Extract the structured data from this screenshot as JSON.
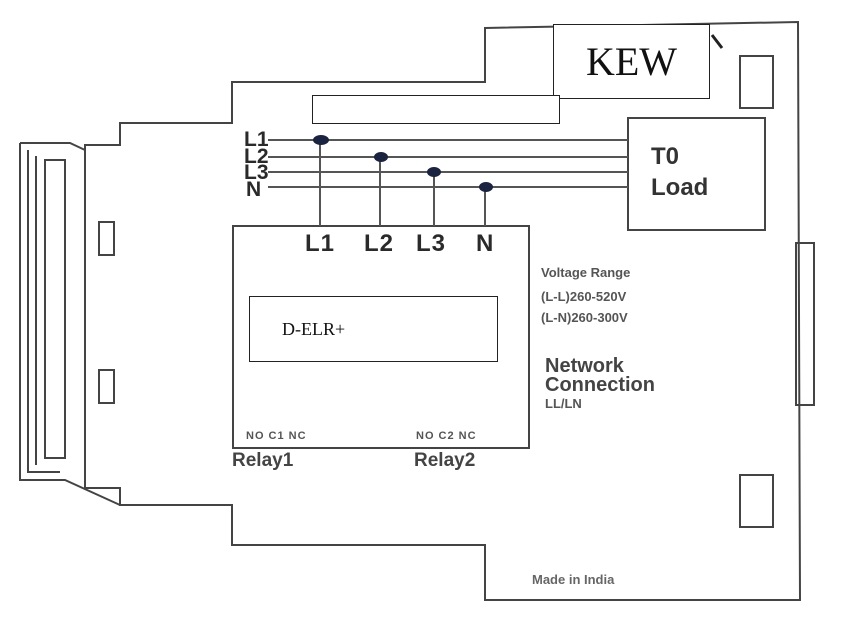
{
  "labels": {
    "brand": "KEW",
    "model": "D-ELR+",
    "supply_lines": [
      "L1",
      "L2",
      "L3",
      "N"
    ],
    "terminals": [
      "L1",
      "L2",
      "L3",
      "N"
    ],
    "load_line1": "T0",
    "load_line2": "Load",
    "voltage_title": "Voltage Range",
    "voltage_ll": "(L-L)260-520V",
    "voltage_ln": "(L-N)260-300V",
    "network_line1": "Network",
    "network_line2": "Connection",
    "network_line3": "LL/LN",
    "relay1_terminals": "NO C1 NC",
    "relay2_terminals": "NO C2 NC",
    "relay1": "Relay1",
    "relay2": "Relay2",
    "made_in": "Made in India"
  },
  "colors": {
    "outline": "#444444",
    "wire": "#555555",
    "junction_dot": "#1a2340",
    "box_border": "#222222"
  }
}
